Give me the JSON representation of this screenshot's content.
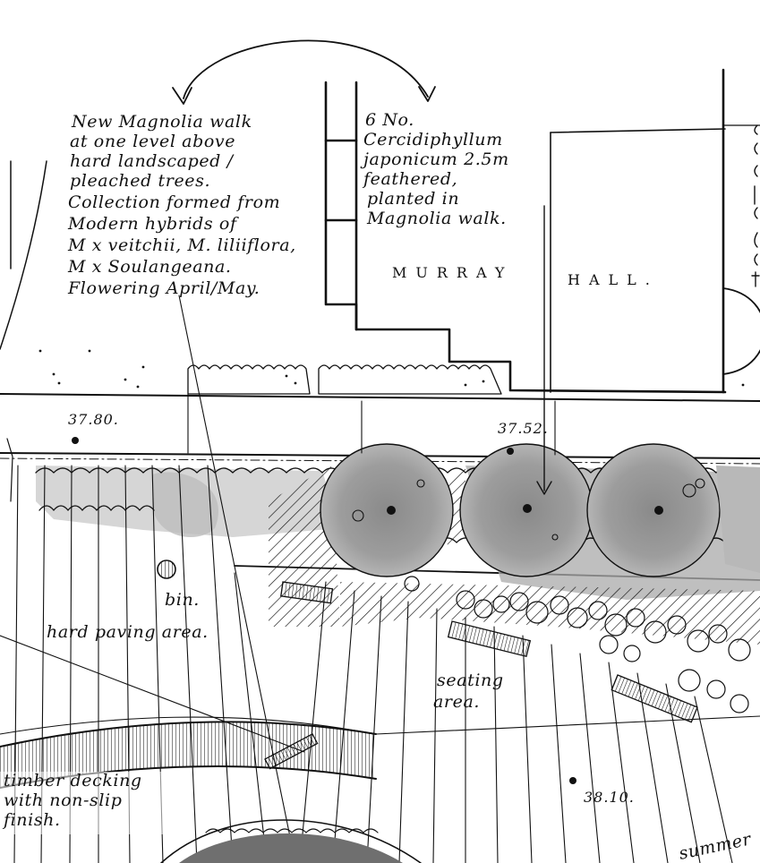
{
  "notes": {
    "magnolia_walk": [
      "New Magnolia walk",
      "at one level above",
      "hard landscaped /",
      "pleached trees.",
      "Collection formed from",
      "Modern hybrids of",
      "M x veitchii, M. liliiflora,",
      "M x Soulangeana.",
      "Flowering April/May."
    ],
    "cercidiphyllum": [
      "6 No.",
      "Cercidiphyllum",
      "japonicum 2.5m",
      "feathered,",
      "planted in",
      "Magnolia walk."
    ]
  },
  "buildings": {
    "murray": "MURRAY",
    "hall": "HALL."
  },
  "levels": {
    "level_1": "37.80.",
    "level_2": "37.52.",
    "level_3": "38.10."
  },
  "labels": {
    "bin": "bin.",
    "hard_paving": "hard paving area.",
    "seating": [
      "seating",
      "area."
    ],
    "timber_decking": [
      "timber decking",
      "with non-slip",
      "finish."
    ],
    "summer": "summer"
  },
  "colors": {
    "ink": "#111111",
    "wash_light": "#c9c9c9",
    "wash_dark": "#7d7d7d",
    "paper": "#ffffff"
  }
}
